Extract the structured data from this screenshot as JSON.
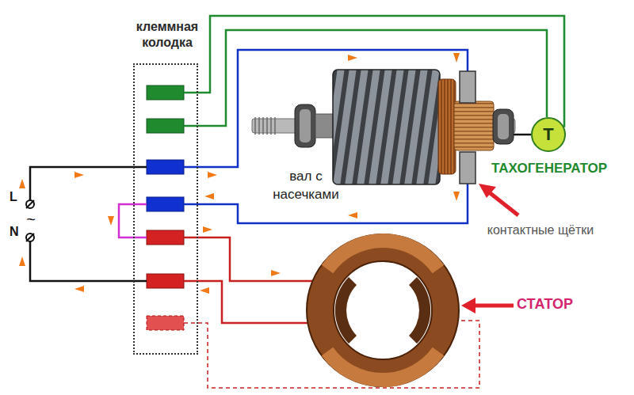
{
  "diagram": {
    "nodes": [
      {
        "text": [
          "клеммная колодка"
        ]
      },
      {
        "text": [
          "T"
        ]
      }
    ],
    "edges": [
      {
        "from": 0,
        "to": 1,
        "arrow": "none"
      },
      {
        "from": 0,
        "to": 1,
        "arrow": "none"
      }
    ],
    "labels": [
      "вал с насечками",
      "ТАХОГЕНЕРАТОР",
      "L",
      "~",
      "N",
      "контактные щётки",
      "СТАТОР"
    ]
  }
}
